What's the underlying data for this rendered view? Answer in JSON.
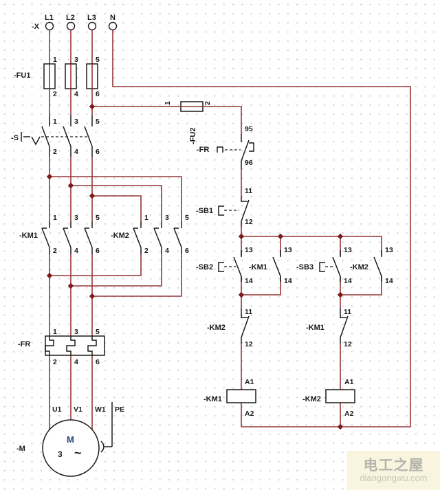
{
  "colors": {
    "wire": "#943634",
    "symbol": "#1a1a1a",
    "junction": "#7d1a1a",
    "grid_dot": "#ccd0dc",
    "background": "#ffffff",
    "motor_letter": "#24427c",
    "watermark_bg": "#f8f4de",
    "watermark_title": "#b5b5ad",
    "watermark_url": "#c8c5b2"
  },
  "terminal_block": {
    "label": "-X",
    "phases": [
      "L1",
      "L2",
      "L3",
      "N"
    ]
  },
  "fu1": {
    "label": "-FU1",
    "top": [
      "1",
      "3",
      "5"
    ],
    "bottom": [
      "2",
      "4",
      "6"
    ]
  },
  "s": {
    "label": "-S",
    "top": [
      "1",
      "3",
      "5"
    ],
    "bottom": [
      "2",
      "4",
      "6"
    ]
  },
  "km1_main": {
    "label": "-KM1",
    "top": [
      "1",
      "3",
      "5"
    ],
    "bottom": [
      "2",
      "4",
      "6"
    ]
  },
  "km2_main": {
    "label": "-KM2",
    "top": [
      "1",
      "3",
      "5"
    ],
    "bottom": [
      "2",
      "4",
      "6"
    ]
  },
  "fr_heater": {
    "label": "-FR",
    "top": [
      "1",
      "3",
      "5"
    ],
    "bottom": [
      "2",
      "4",
      "6"
    ]
  },
  "motor": {
    "label": "-M",
    "letter": "M",
    "phase_count": "3",
    "ac_symbol": "~",
    "wires": [
      "U1",
      "V1",
      "W1",
      "PE"
    ]
  },
  "fu2": {
    "label": "-FU2",
    "t_in": "1",
    "t_out": "2"
  },
  "fr_contact": {
    "label": "-FR",
    "t_top": "95",
    "t_bottom": "96"
  },
  "sb1": {
    "label": "-SB1",
    "t_top": "11",
    "t_bottom": "12"
  },
  "sb2": {
    "label": "-SB2",
    "t_top": "13",
    "t_bottom": "14"
  },
  "km1_aux": {
    "label": "-KM1",
    "t_top": "13",
    "t_bottom": "14"
  },
  "sb3": {
    "label": "-SB3",
    "t_top": "13",
    "t_bottom": "14"
  },
  "km2_aux": {
    "label": "-KM2",
    "t_top": "13",
    "t_bottom": "14"
  },
  "km2_interlock": {
    "label": "-KM2",
    "t_top": "11",
    "t_bottom": "12"
  },
  "km1_interlock": {
    "label": "-KM1",
    "t_top": "11",
    "t_bottom": "12"
  },
  "km1_coil": {
    "label": "-KM1",
    "t_top": "A1",
    "t_bottom": "A2"
  },
  "km2_coil": {
    "label": "-KM2",
    "t_top": "A1",
    "t_bottom": "A2"
  },
  "watermark": {
    "title": "电工之屋",
    "url": "diangongwu.com"
  }
}
